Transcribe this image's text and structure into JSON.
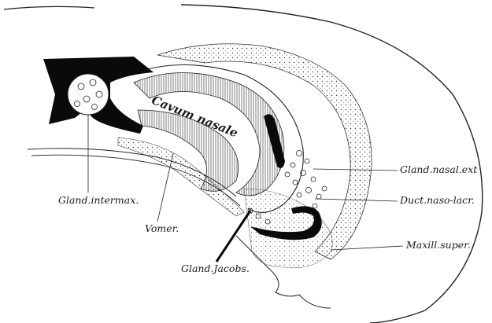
{
  "labels": {
    "cavum_nasale": "Cavum nasale",
    "gland_nasal_ext": "Gland.nasal.ext",
    "duct_naso_lacr": "Duct.naso-lacr.",
    "maxill_super": "Maxill.super.",
    "gland_intermax": "Gland.intermax.",
    "vomer": "Vomer.",
    "gland_jacobs": "Gland.Jacobs."
  }
}
